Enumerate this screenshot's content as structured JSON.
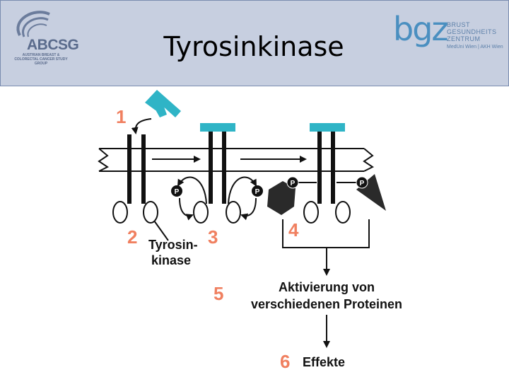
{
  "header": {
    "title": "Tyrosinkinase",
    "logo_left": {
      "text": "ABCSG",
      "subtitle": "AUSTRIAN BREAST & COLORECTAL CANCER STUDY GROUP"
    },
    "logo_right": {
      "text": "bgz",
      "lines": [
        "BRUST",
        "GESUNDHEITS",
        "ZENTRUM"
      ],
      "subtitle": "MedUni Wien | AKH Wien"
    }
  },
  "diagram": {
    "steps": [
      "1",
      "2",
      "3",
      "4",
      "5",
      "6"
    ],
    "phospho_label": "P",
    "tyrosinkinase_label": [
      "Tyrosin-",
      "kinase"
    ],
    "activation_label": [
      "Aktivierung von",
      "verschiedenen Proteinen"
    ],
    "effects_label": "Effekte"
  },
  "colors": {
    "header_bg": "#c7cfe0",
    "ligand": "#2fb4c6",
    "step_number": "#f08060",
    "ink": "#111111"
  }
}
